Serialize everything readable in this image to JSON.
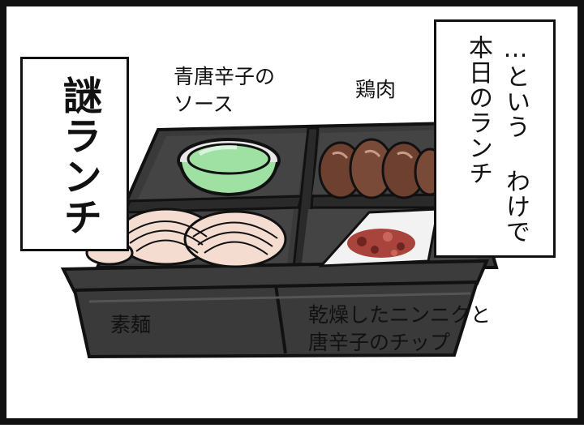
{
  "title": "謎ランチ",
  "narration": [
    "…という わけで",
    "本日のランチ"
  ],
  "labels": {
    "green_chili_sauce": [
      "青唐辛子の",
      "ソース"
    ],
    "chicken": "鶏肉",
    "somen": "素麺",
    "garlic_chili_chips": [
      "乾燥したニンニクと",
      "唐辛子のチップ"
    ]
  },
  "colors": {
    "outline": "#111111",
    "tray": "#2e2e2e",
    "sauce_green": "#9fe0a3",
    "chicken_brown": "#7a4a38",
    "chips_red": "#a8443b",
    "noodle": "#f4ddd0"
  }
}
